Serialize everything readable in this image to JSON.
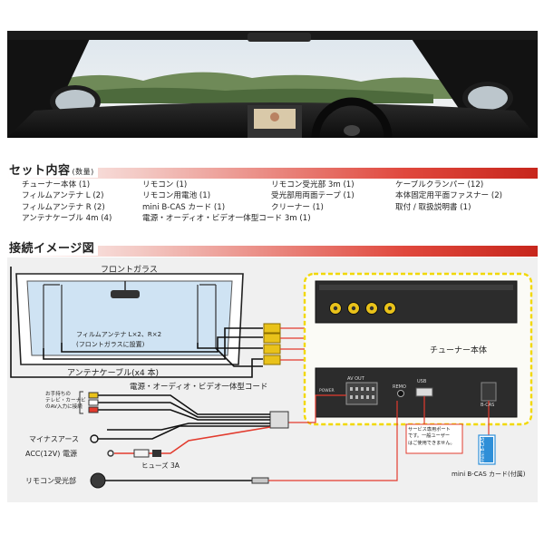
{
  "photo": {
    "icon": "car-interior-photo"
  },
  "set_section": {
    "title": "セット内容",
    "subtitle": "(数量)"
  },
  "contents": {
    "col1": [
      "チューナー本体 (1)",
      "フィルムアンテナ L (2)",
      "フィルムアンテナ R (2)",
      "アンテナケーブル 4m (4)"
    ],
    "col2": [
      "リモコン (1)",
      "リモコン用電池 (1)",
      "mini B-CAS カード (1)",
      "電源・オーディオ・ビデオ一体型コード 3m (1)"
    ],
    "col3": [
      "リモコン受光部 3m (1)",
      "受光部用両面テープ (1)",
      "クリーナー (1)"
    ],
    "col4": [
      "ケーブルクランパー (12)",
      "本体固定用平面ファスナー (2)",
      "取付 / 取扱説明書 (1)"
    ]
  },
  "connect_section": {
    "title": "接続イメージ図"
  },
  "diagram": {
    "windshield_label": "フロントガラス",
    "film_antenna_note_1": "フィルムアンテナ L×2、R×2",
    "film_antenna_note_2": "(フロントガラスに設置)",
    "antenna_cable_label": "アンテナケーブル(x4 本)",
    "tuner_label": "チューナー本体",
    "power_cord_label": "電源・オーディオ・ビデオ一体型コード",
    "av_note": [
      "お手持ちの",
      "テレビ・カーナビ",
      "のAV入力に接続"
    ],
    "minus_earth_label": "マイナスアース",
    "acc_label": "ACC(12V) 電源",
    "fuse_label": "ヒューズ 3A",
    "remote_receiver_label": "リモコン受光部",
    "service_port_note": [
      "サービス専用ポート",
      "です。一般ユーザー",
      "はご使用できません。"
    ],
    "bcas_card_label": "mini B-CAS カード(付属)",
    "bcas_card_text": "mini B-CAS",
    "port_avout": "AV OUT",
    "port_remo": "REMO",
    "port_usb": "USB",
    "port_power": "POWER",
    "port_bcas": "B-CAS"
  },
  "colors": {
    "accent_red": "#d42a1f",
    "highlight_yellow": "#f2d800",
    "wire_red": "#e23b2e",
    "plug_yellow": "#e9c21a",
    "card_blue": "#2f8fd8"
  }
}
